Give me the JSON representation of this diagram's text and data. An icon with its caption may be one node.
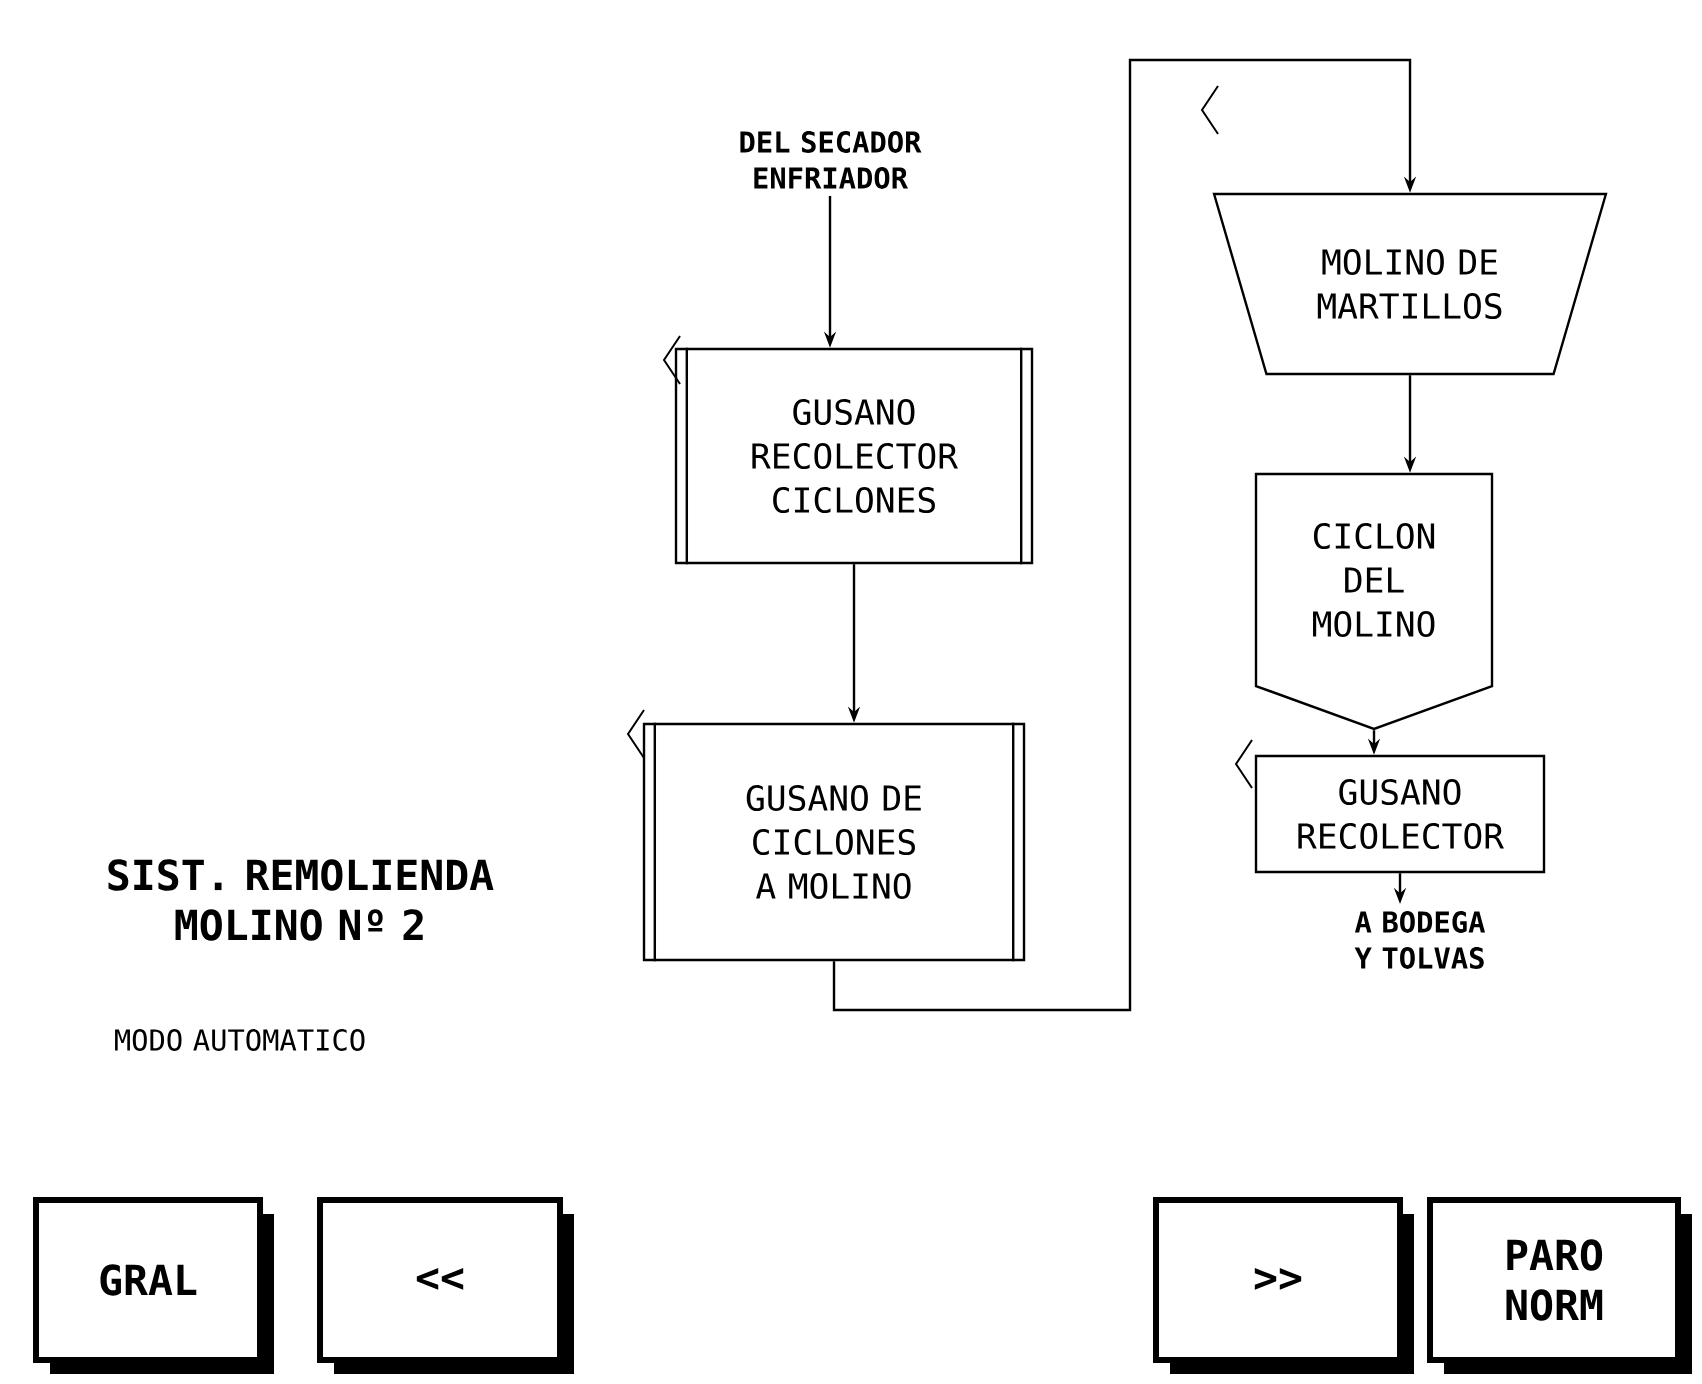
{
  "diagram": {
    "title": "SIST. REMOLIENDA MOLINO Nº 2",
    "nodes": [
      {
        "text": [
          "DEL SECADOR ENFRIADOR"
        ]
      },
      {
        "text": [
          "GUSANO RECOLECTOR CICLONES"
        ]
      },
      {
        "text": [
          "GUSANO DE CICLONES A MOLINO"
        ]
      },
      {
        "text": [
          "MOLINO DE MARTILLOS"
        ]
      },
      {
        "text": [
          "CICLON DEL MOLINO"
        ]
      },
      {
        "text": [
          "GUSANO RECOLECTOR"
        ]
      },
      {
        "text": [
          "A BODEGA Y TOLVAS"
        ]
      },
      {
        "text": [
          "GRAL"
        ]
      },
      {
        "text": [
          "<<"
        ]
      },
      {
        "text": [
          ">>"
        ]
      },
      {
        "text": [
          "PARO NORM"
        ]
      }
    ],
    "edges": [
      {
        "from": 0,
        "to": 1,
        "arrow": "to"
      },
      {
        "from": 1,
        "to": 2,
        "arrow": "to"
      },
      {
        "from": 2,
        "to": 3,
        "arrow": "to"
      },
      {
        "from": 3,
        "to": 4,
        "arrow": "to"
      },
      {
        "from": 4,
        "to": 5,
        "arrow": "to"
      },
      {
        "from": 5,
        "to": 6,
        "arrow": "to"
      }
    ],
    "labels": [
      "MODO AUTOMATICO"
    ]
  }
}
